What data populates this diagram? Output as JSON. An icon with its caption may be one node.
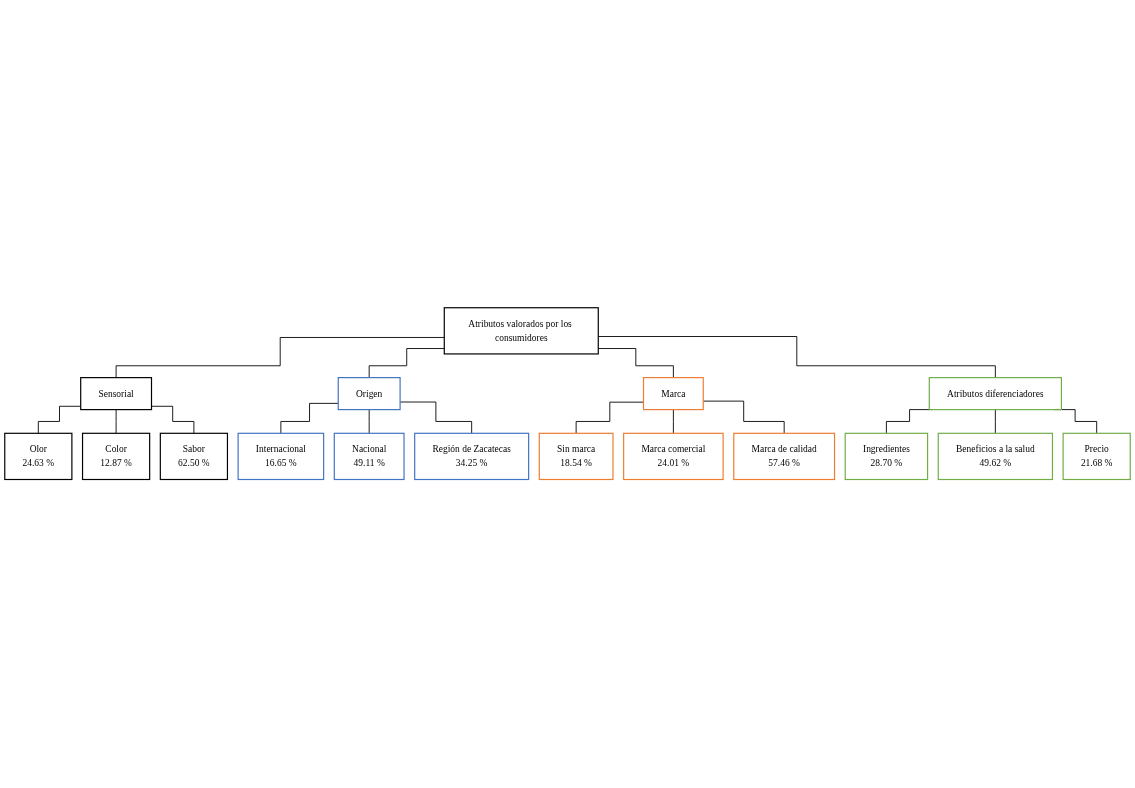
{
  "diagram": {
    "nodes": [
      {
        "text": [
          "Atributos valorados por los consumidores"
        ]
      },
      {
        "text": [
          "Sensorial"
        ]
      },
      {
        "text": [
          "Olor",
          "24.63 %"
        ]
      },
      {
        "text": [
          "Color",
          "12.87 %"
        ]
      },
      {
        "text": [
          "Sabor",
          "62.50 %"
        ]
      },
      {
        "text": [
          "Origen"
        ]
      },
      {
        "text": [
          "Internacional",
          "16.65 %"
        ]
      },
      {
        "text": [
          "Nacional",
          "49.11 %"
        ]
      },
      {
        "text": [
          "Región de Zacatecas",
          "34.25 %"
        ]
      },
      {
        "text": [
          "Marca"
        ]
      },
      {
        "text": [
          "Sin marca",
          "18.54 %"
        ]
      },
      {
        "text": [
          "Marca comercial",
          "24.01 %"
        ]
      },
      {
        "text": [
          "Marca de calidad",
          "57.46 %"
        ]
      },
      {
        "text": [
          "Atributos diferenciadores"
        ]
      },
      {
        "text": [
          "Ingredientes",
          "28.70 %"
        ]
      },
      {
        "text": [
          "Beneficios a la salud",
          "49.62 %"
        ]
      },
      {
        "text": [
          "Precio",
          "21.68 %"
        ]
      }
    ],
    "edges": [
      {
        "from": 0,
        "to": 1,
        "arrow": "none"
      },
      {
        "from": 0,
        "to": 5,
        "arrow": "none"
      },
      {
        "from": 0,
        "to": 9,
        "arrow": "none"
      },
      {
        "from": 0,
        "to": 13,
        "arrow": "none"
      },
      {
        "from": 1,
        "to": 2,
        "arrow": "none"
      },
      {
        "from": 1,
        "to": 3,
        "arrow": "none"
      },
      {
        "from": 1,
        "to": 4,
        "arrow": "none"
      },
      {
        "from": 5,
        "to": 6,
        "arrow": "none"
      },
      {
        "from": 5,
        "to": 7,
        "arrow": "none"
      },
      {
        "from": 5,
        "to": 8,
        "arrow": "none"
      },
      {
        "from": 9,
        "to": 10,
        "arrow": "none"
      },
      {
        "from": 9,
        "to": 11,
        "arrow": "none"
      },
      {
        "from": 9,
        "to": 12,
        "arrow": "none"
      },
      {
        "from": 13,
        "to": 14,
        "arrow": "none"
      },
      {
        "from": 13,
        "to": 15,
        "arrow": "none"
      },
      {
        "from": 13,
        "to": 16,
        "arrow": "none"
      }
    ]
  }
}
